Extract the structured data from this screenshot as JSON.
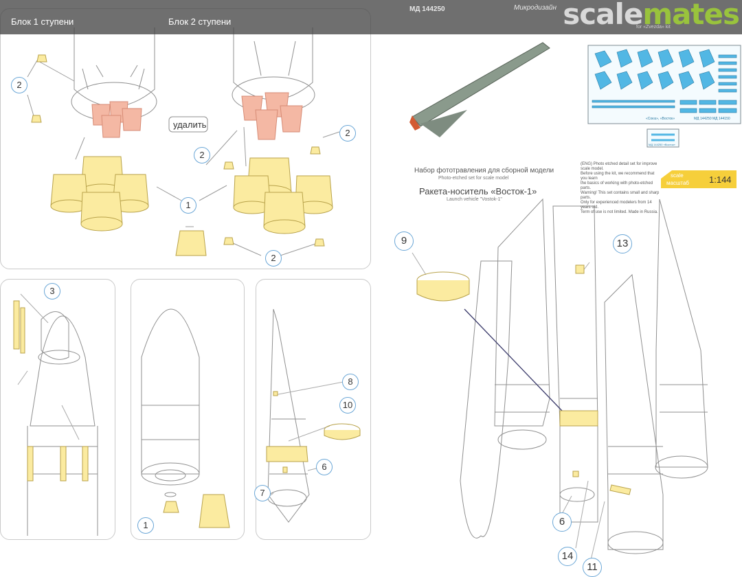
{
  "header": {
    "stage1_label": "Блок 1 ступени",
    "stage2_label": "Блок 2 ступени",
    "catalog_code": "МД 144250",
    "brand": "Микродизайн",
    "watermark_a": "scale",
    "watermark_b": "mates",
    "compat_note": "for «Zvezda» kit"
  },
  "product": {
    "title_ru_small": "Набор фототравления для сборной модели",
    "title_en_small": "Photo-etched set for scale model",
    "title_ru_big": "Ракета-носитель «Восток-1»",
    "title_en_big": "Launch vehicle \"Vostok-1\"",
    "desc_lines": [
      "(ENG) Photo etched detail set for improve scale model.",
      "Before using the kit, we recommend that you learn",
      "the basics of working with photo-etched parts.",
      "Warning! This set contains small and sharp parts.",
      "Only for experienced modelers from 14 years old.",
      "Term of use is not limited. Made in Russia."
    ],
    "scale_label": "scale",
    "scale_label_ru": "масштаб",
    "scale_value": "1:144",
    "sheet_caption_left": "«Союз», «Восток»",
    "sheet_caption_right": "МД 144250 МД 144150",
    "small_sheet_caption": "МД 144250   «Восток»"
  },
  "remove_label": "удалить",
  "callouts": {
    "c1": "1",
    "c2": "2",
    "c3": "3",
    "c6": "6",
    "c7": "7",
    "c8": "8",
    "c9": "9",
    "c10": "10",
    "c11": "11",
    "c13": "13",
    "c14": "14"
  },
  "colors": {
    "part_yellow": "#fbeba0",
    "part_yellow_stroke": "#b8a24a",
    "removed_salmon": "#f4b8a4",
    "callout_ring": "#6aa6d6",
    "pe_sheet_blue": "#52b7e4",
    "scale_badge": "#f6cf3b",
    "topbar": "#464646"
  }
}
